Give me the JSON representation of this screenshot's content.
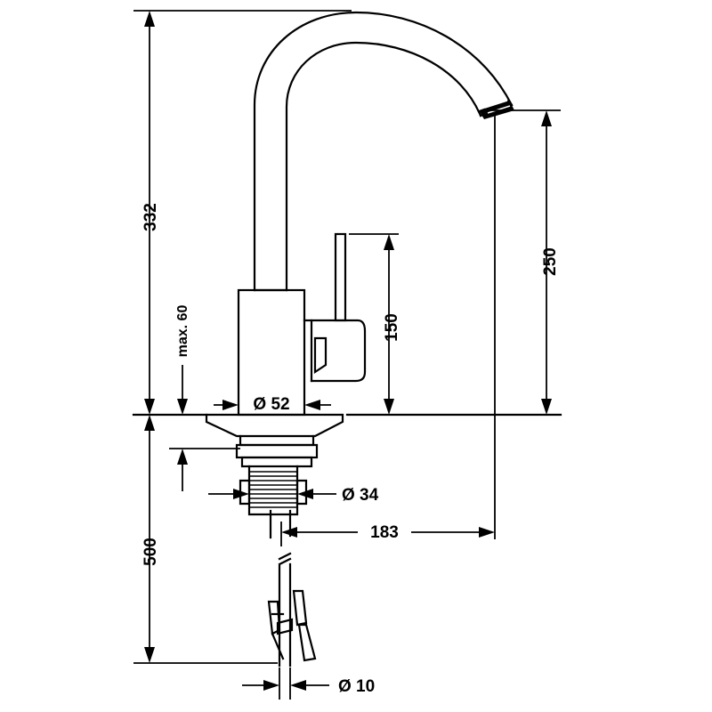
{
  "dimensions": {
    "total_height": "332",
    "spout_height": "250",
    "lever_height": "150",
    "max_deck": "max. 60",
    "base_diameter": "Ø 52",
    "shank_diameter": "Ø 34",
    "spout_reach": "183",
    "hose_length": "500",
    "hose_diameter": "Ø 10"
  }
}
